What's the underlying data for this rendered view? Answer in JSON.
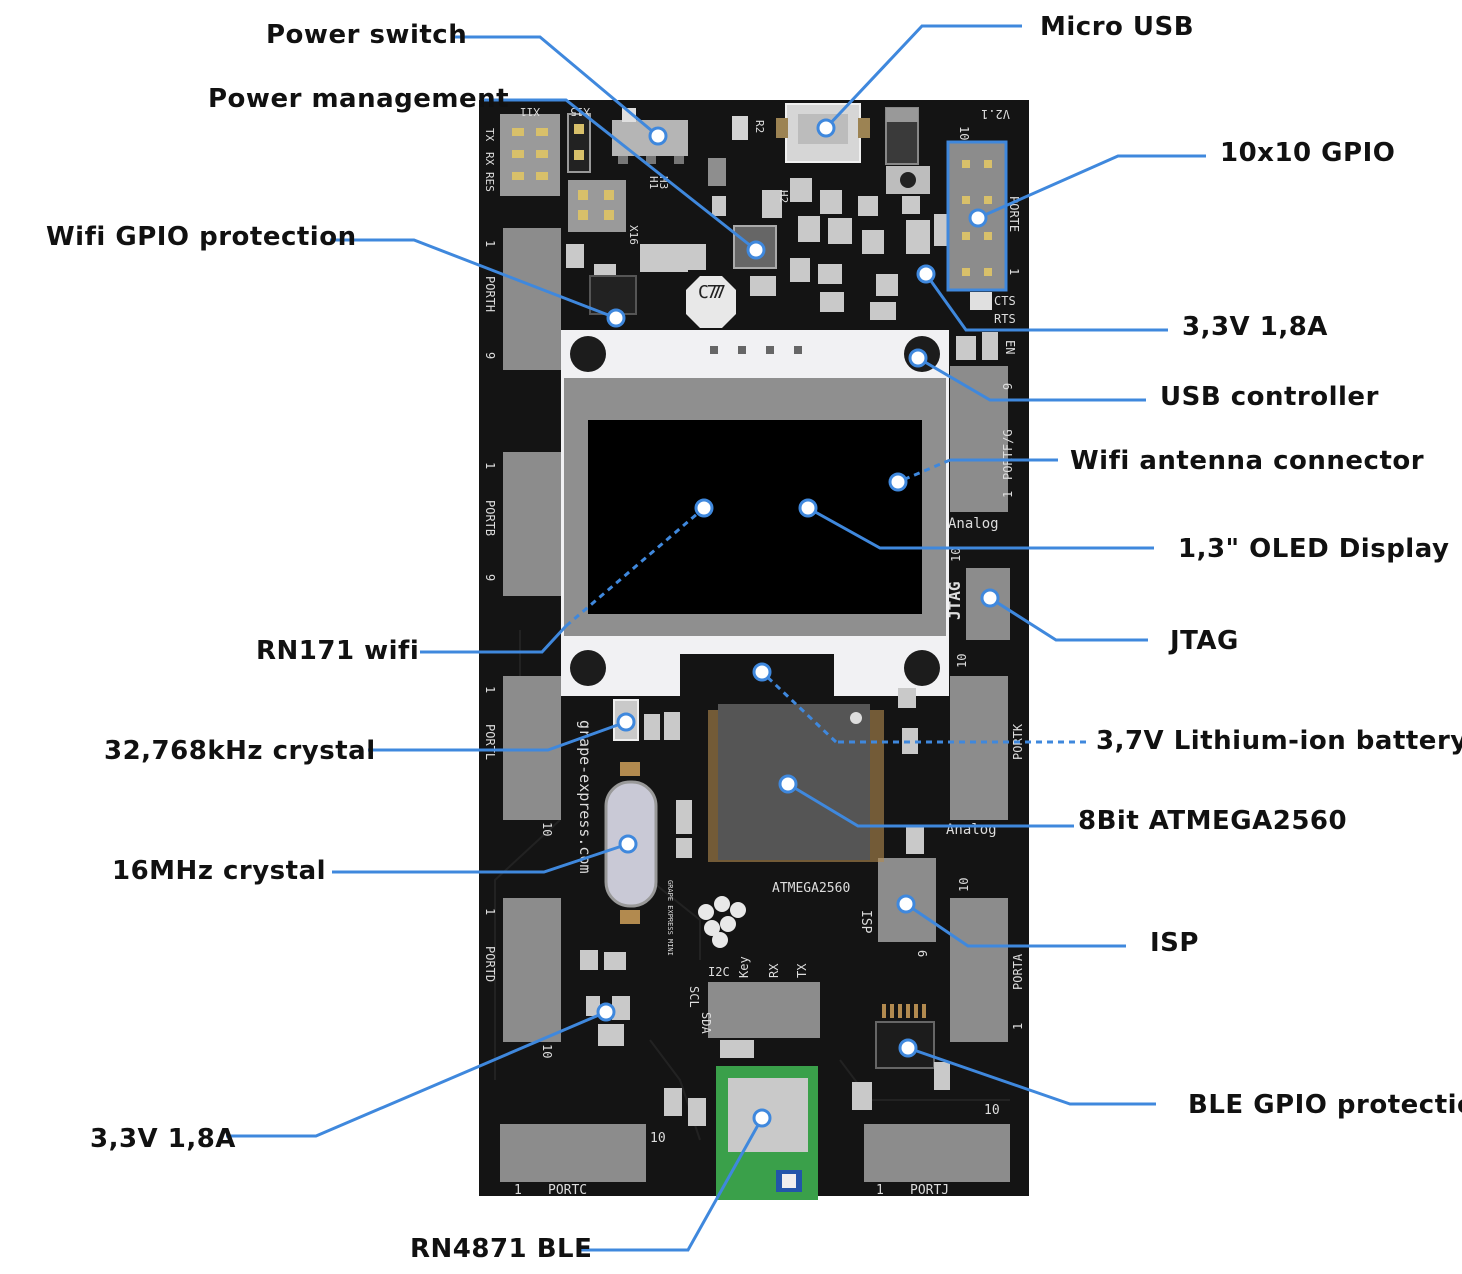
{
  "callouts": {
    "power_switch": "Power switch",
    "micro_usb": "Micro USB",
    "power_management": "Power management",
    "gpio_10x10": "10x10 GPIO",
    "wifi_gpio_protection": "Wifi GPIO protection",
    "v33_top": "3,3V 1,8A",
    "usb_controller": "USB controller",
    "wifi_antenna": "Wifi antenna connector",
    "oled": "1,3\" OLED Display",
    "jtag": "JTAG",
    "rn171": "RN171 wifi",
    "battery": "3,7V Lithium-ion battery",
    "crystal_32k": "32,768kHz crystal",
    "atmega": "8Bit ATMEGA2560",
    "crystal_16m": "16MHz crystal",
    "isp": "ISP",
    "ble_gpio_protection": "BLE GPIO protection",
    "v33_bottom": "3,3V 1,8A",
    "rn4871": "RN4871 BLE"
  },
  "board": {
    "version": "V2.1",
    "port_labels": {
      "porth": "PORTH",
      "portb": "PORTB",
      "portl": "PORTL",
      "portd": "PORTD",
      "porte": "PORTE",
      "portf": "PORTF/G",
      "portk": "PORTK",
      "porta": "PORTA",
      "portc": "PORTC",
      "portj": "PORTJ"
    },
    "analog": "Analog",
    "jtag": "JTAG",
    "isp": "ISP",
    "chip_name": "ATMEGA2560",
    "website": "grape-express.com",
    "xtal_marking": "C 777",
    "x11": "X11",
    "x15": "X15",
    "x16": "X16",
    "h1": "H1",
    "h2": "H2",
    "h3": "H3",
    "r2": "R2",
    "tx": "TX",
    "rx": "RX",
    "res": "RES",
    "cts": "CTS",
    "rts": "RTS",
    "en": "EN",
    "i2c": "I2C",
    "scl": "SCL",
    "sda": "SDA",
    "key": "Key",
    "num_1": "1",
    "num_6": "6",
    "num_9": "9",
    "num_10": "10",
    "brand_small": "GRAPE EXPRESS MINI"
  },
  "colors": {
    "pcb": "#141414",
    "header": "#8c8c8c",
    "gold": "#d8c06a",
    "line": "#3f88dd",
    "oled_frame": "#f1f1f3",
    "ble_green": "#3aa04a"
  }
}
